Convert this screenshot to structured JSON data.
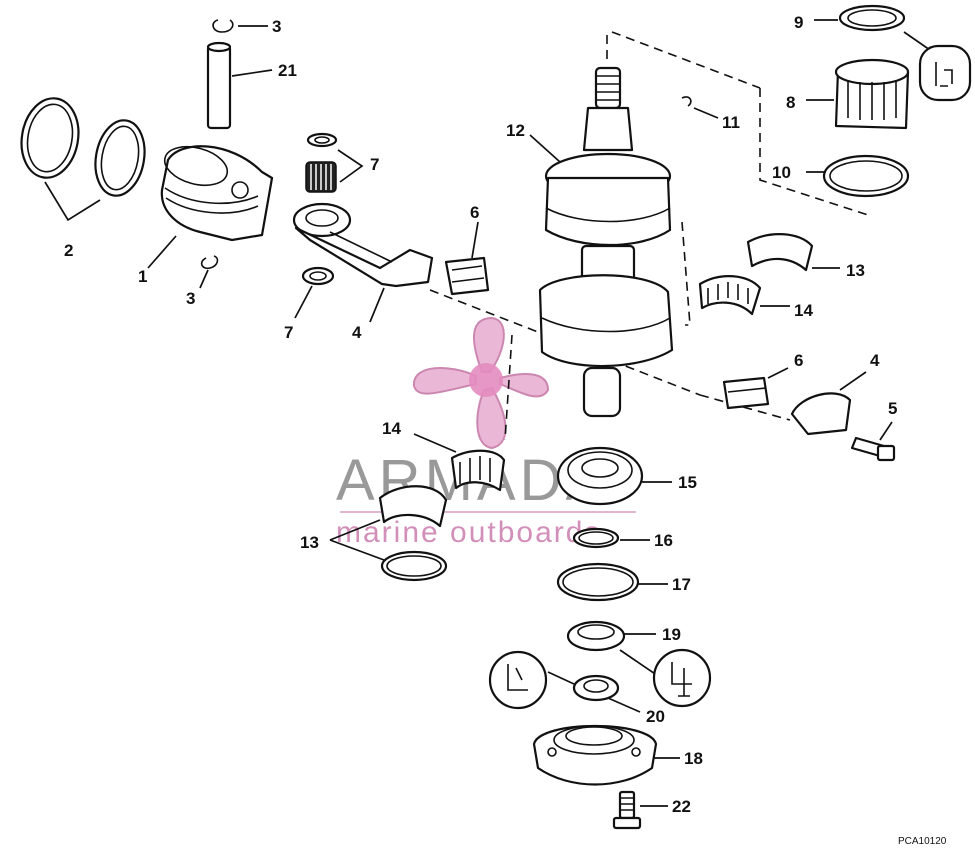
{
  "diagram": {
    "callouts": [
      {
        "id": "c3a",
        "label": "3"
      },
      {
        "id": "c21",
        "label": "21"
      },
      {
        "id": "c2",
        "label": "2"
      },
      {
        "id": "c1",
        "label": "1"
      },
      {
        "id": "c3b",
        "label": "3"
      },
      {
        "id": "c7a",
        "label": "7"
      },
      {
        "id": "c7b",
        "label": "7"
      },
      {
        "id": "c4a",
        "label": "4"
      },
      {
        "id": "c6a",
        "label": "6"
      },
      {
        "id": "c12",
        "label": "12"
      },
      {
        "id": "c11",
        "label": "11"
      },
      {
        "id": "c9",
        "label": "9"
      },
      {
        "id": "c8",
        "label": "8"
      },
      {
        "id": "c10",
        "label": "10"
      },
      {
        "id": "c13a",
        "label": "13"
      },
      {
        "id": "c14a",
        "label": "14"
      },
      {
        "id": "c6b",
        "label": "6"
      },
      {
        "id": "c4b",
        "label": "4"
      },
      {
        "id": "c5",
        "label": "5"
      },
      {
        "id": "c14b",
        "label": "14"
      },
      {
        "id": "c15",
        "label": "15"
      },
      {
        "id": "c13b",
        "label": "13"
      },
      {
        "id": "c16",
        "label": "16"
      },
      {
        "id": "c17",
        "label": "17"
      },
      {
        "id": "c19",
        "label": "19"
      },
      {
        "id": "c20",
        "label": "20"
      },
      {
        "id": "c18",
        "label": "18"
      },
      {
        "id": "c22",
        "label": "22"
      }
    ],
    "figure_code": "PCA10120"
  },
  "watermark": {
    "brand": "ARMADA",
    "tagline": "marine outboards"
  },
  "colors": {
    "line": "#111111",
    "background": "#ffffff",
    "watermark_gray": "#777777",
    "watermark_pink": "#c874a8"
  }
}
